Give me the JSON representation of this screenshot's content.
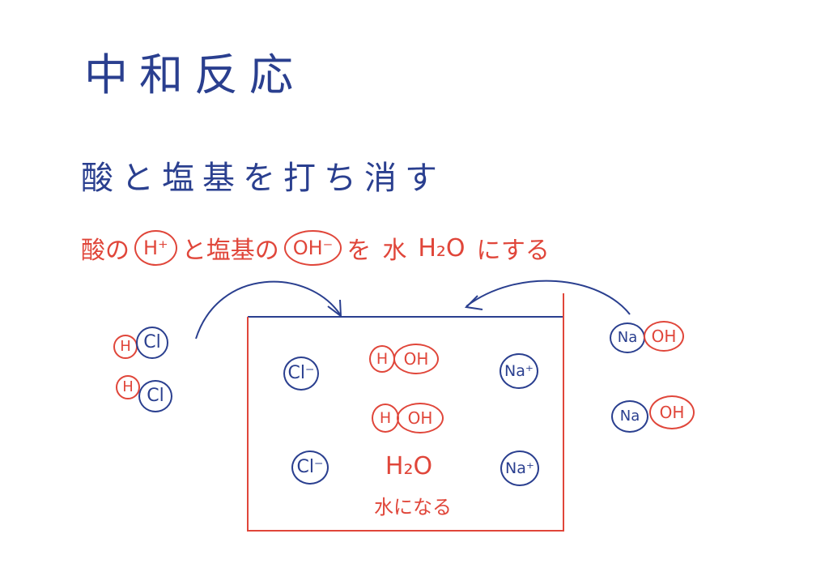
{
  "title": "中和反応",
  "subtitle": "酸と塩基を打ち消す",
  "description": {
    "part1": "酸の",
    "h_ion": "H⁺",
    "part2": "と塩基の",
    "oh_ion": "OH⁻",
    "part3": "を",
    "water_word": "水",
    "water_formula": "H₂O",
    "part4": "にする"
  },
  "acid_molecules": [
    {
      "h": "H",
      "cl": "Cl"
    },
    {
      "h": "H",
      "cl": "Cl"
    }
  ],
  "base_molecules": [
    {
      "na": "Na",
      "oh": "OH"
    },
    {
      "na": "Na",
      "oh": "OH"
    }
  ],
  "container": {
    "chloride_ions": [
      "Cl⁻",
      "Cl⁻"
    ],
    "sodium_ions": [
      "Na⁺",
      "Na⁺"
    ],
    "water_molecules": [
      {
        "h": "H",
        "oh": "OH"
      },
      {
        "h": "H",
        "oh": "OH"
      }
    ],
    "water_formula": "H₂O",
    "water_caption": "水になる"
  },
  "colors": {
    "blue_ink": "#2a3f8f",
    "red_ink": "#e0463a"
  }
}
